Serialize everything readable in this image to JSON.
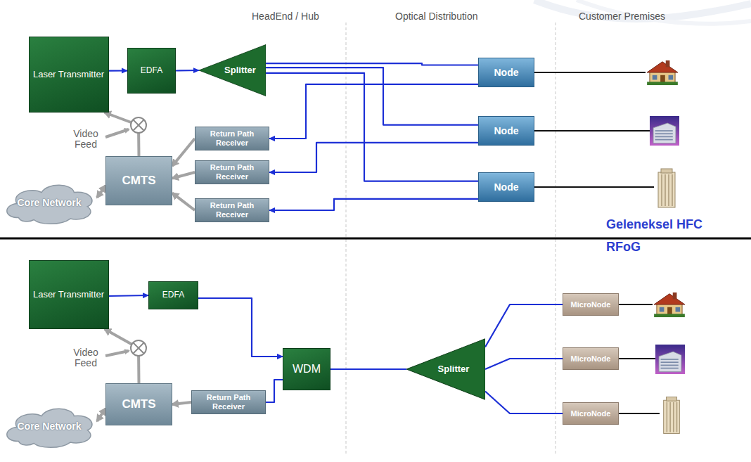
{
  "diagram": {
    "nodes": [
      {
        "text": [
          "Laser Transmitter"
        ]
      },
      {
        "text": [
          "EDFA"
        ]
      },
      {
        "text": [
          "Splitter"
        ]
      },
      {
        "text": [
          "Node"
        ]
      },
      {
        "text": [
          "Node"
        ]
      },
      {
        "text": [
          "Node"
        ]
      },
      {
        "text": [
          "CMTS"
        ]
      },
      {
        "text": [
          "Return Path Receiver"
        ]
      },
      {
        "text": [
          "Return Path Receiver"
        ]
      },
      {
        "text": [
          "Return Path Receiver"
        ]
      },
      {
        "text": [
          "Core Network"
        ]
      },
      {
        "text": [
          "Laser Transmitter"
        ]
      },
      {
        "text": [
          "EDFA"
        ]
      },
      {
        "text": [
          "WDM"
        ]
      },
      {
        "text": [
          "Splitter"
        ]
      },
      {
        "text": [
          "MicroNode"
        ]
      },
      {
        "text": [
          "MicroNode"
        ]
      },
      {
        "text": [
          "MicroNode"
        ]
      },
      {
        "text": [
          "CMTS"
        ]
      },
      {
        "text": [
          "Return Path Receiver"
        ]
      },
      {
        "text": [
          "Core Network"
        ]
      }
    ],
    "edges": [
      {
        "from": 0,
        "to": 1,
        "arrow": "to"
      },
      {
        "from": 1,
        "to": 2,
        "arrow": "to"
      },
      {
        "from": 2,
        "to": 3,
        "arrow": "none"
      },
      {
        "from": 2,
        "to": 4,
        "arrow": "none"
      },
      {
        "from": 2,
        "to": 5,
        "arrow": "none"
      },
      {
        "from": 3,
        "to": 7,
        "arrow": "to"
      },
      {
        "from": 4,
        "to": 8,
        "arrow": "to"
      },
      {
        "from": 5,
        "to": 9,
        "arrow": "to"
      },
      {
        "from": 7,
        "to": 6,
        "arrow": "to"
      },
      {
        "from": 8,
        "to": 6,
        "arrow": "to"
      },
      {
        "from": 9,
        "to": 6,
        "arrow": "to"
      },
      {
        "from": 6,
        "to": 0,
        "arrow": "to"
      },
      {
        "from": 10,
        "to": 6,
        "arrow": "both"
      },
      {
        "from": 11,
        "to": 12,
        "arrow": "to"
      },
      {
        "from": 12,
        "to": 13,
        "arrow": "to"
      },
      {
        "from": 13,
        "to": 19,
        "arrow": "none"
      },
      {
        "from": 13,
        "to": 14,
        "arrow": "none"
      },
      {
        "from": 14,
        "to": 15,
        "arrow": "none"
      },
      {
        "from": 14,
        "to": 16,
        "arrow": "none"
      },
      {
        "from": 14,
        "to": 17,
        "arrow": "none"
      },
      {
        "from": 19,
        "to": 18,
        "arrow": "to"
      },
      {
        "from": 18,
        "to": 11,
        "arrow": "to"
      },
      {
        "from": 20,
        "to": 18,
        "arrow": "both"
      }
    ],
    "labels": [
      "HeadEnd / Hub",
      "Optical Distribution",
      "Customer Premises",
      "Video Feed",
      "Geleneksel HFC",
      "RFoG",
      "Video Feed"
    ]
  }
}
